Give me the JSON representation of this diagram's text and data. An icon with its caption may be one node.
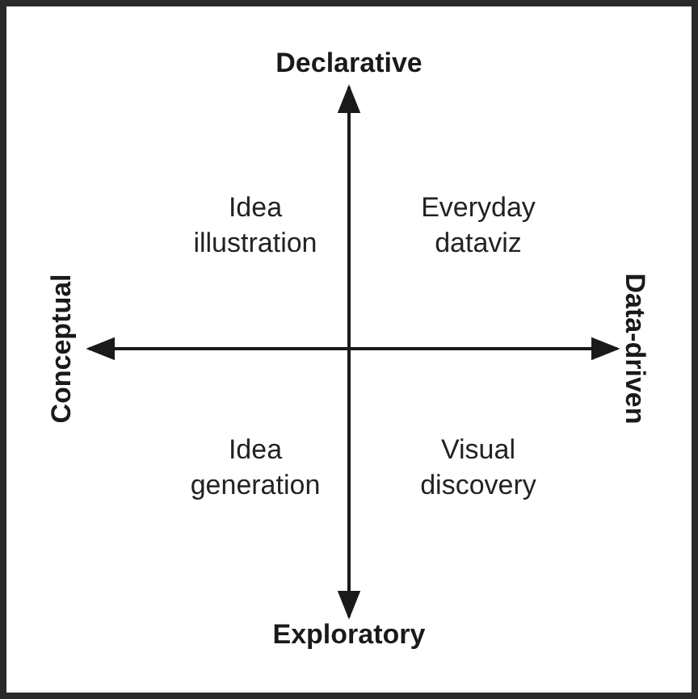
{
  "diagram": {
    "labels": [
      "Declarative",
      "Idea illustration",
      "Everyday dataviz",
      "Conceptual",
      "Data-driven",
      "Idea generation",
      "Visual discovery",
      "Exploratory"
    ]
  }
}
